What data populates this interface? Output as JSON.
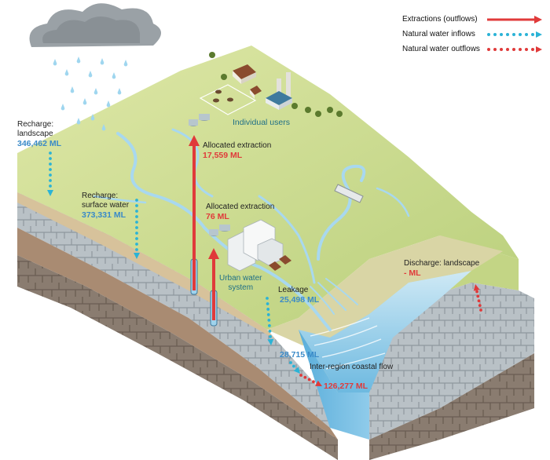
{
  "legend": {
    "extractions": "Extractions (outflows)",
    "inflows": "Natural water inflows",
    "outflows": "Natural water outflows"
  },
  "labels": {
    "recharge_landscape": [
      "Recharge:",
      "landscape"
    ],
    "recharge_landscape_value": "346,462 ML",
    "recharge_surface": [
      "Recharge:",
      "surface water"
    ],
    "recharge_surface_value": "373,331 ML",
    "individual_users": "Individual users",
    "allocated_1": "Allocated extraction",
    "allocated_1_value": "17,559 ML",
    "allocated_2": "Allocated extraction",
    "allocated_2_value": "76 ML",
    "urban": [
      "Urban water",
      "system"
    ],
    "leakage": "Leakage",
    "leakage_value": "25,498 ML",
    "discharge": "Discharge: landscape",
    "discharge_value": "- ML",
    "inflow_value": "28,715 ML",
    "coastal": "Inter-region coastal flow",
    "coastal_value": "126,277 ML"
  },
  "colors": {
    "extraction": "#e03a3a",
    "inflow": "#2bb3d6",
    "outflow": "#e03a3a",
    "land": "#c8d98a",
    "water": "#9fd3ec",
    "soil": "#7a6a5a"
  },
  "icons": [
    "rain-cloud-icon",
    "farm-house-icon",
    "factory-icon",
    "city-buildings-icon",
    "water-tank-icon",
    "dam-icon"
  ]
}
